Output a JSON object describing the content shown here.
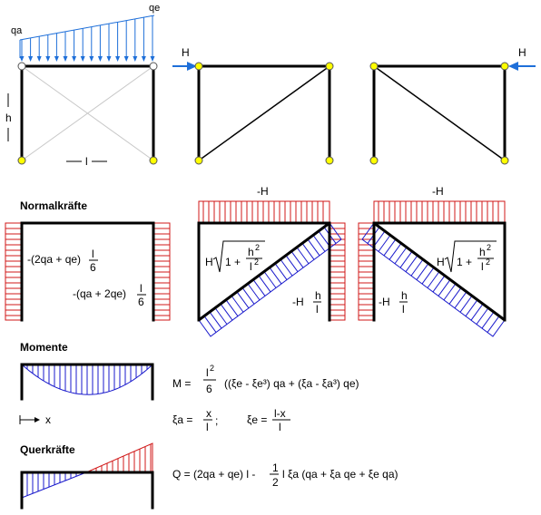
{
  "labels": {
    "qa": "qa",
    "qe": "qe",
    "h": "h",
    "l": "l",
    "H_left": "H",
    "H_right": "H",
    "minus_H_1": "-H",
    "minus_H_2": "-H",
    "x": "x"
  },
  "sections": {
    "normal": "Normalkräfte",
    "moment": "Momente",
    "shear": "Querkräfte"
  },
  "normal_formulas": {
    "left_col": "-(2qa + qe)",
    "right_col": "-(qa + 2qe)",
    "frac_num": "l",
    "frac_den": "6",
    "diag_H": "H",
    "diag_one_plus": "1 +",
    "h2": "h",
    "l2": "l",
    "sq": "2",
    "col_minus_H": "-H",
    "col_h": "h",
    "col_l": "l"
  },
  "moment_formula": {
    "M_eq": "M =",
    "l2": "l",
    "sq": "2",
    "six": "6",
    "body": "((ξe - ξe³) qa + (ξa - ξa³) qe)",
    "xi_a": "ξa =",
    "xi_a_num": "x",
    "xi_a_den": "l",
    "semicolon": ";",
    "xi_e": "ξe =",
    "xi_e_num": "l-x",
    "xi_e_den": "l"
  },
  "shear_formula": {
    "lhs": "Q = (2qa + qe) l -",
    "half_num": "1",
    "half_den": "2",
    "rhs": "l ξa (qa + ξa qe + ξe qa)"
  },
  "colors": {
    "normal_hatch": "#d01818",
    "moment_hatch": "#1a1acc",
    "load": "#1e6fd9",
    "joint": "#ffff00"
  }
}
